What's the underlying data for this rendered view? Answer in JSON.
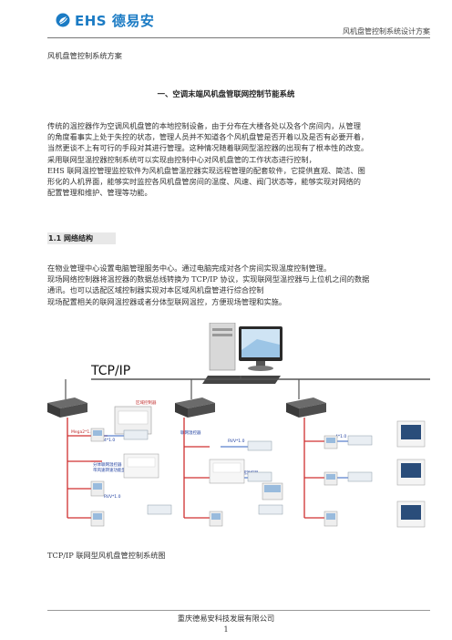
{
  "header": {
    "logo_text": "EHS 德易安",
    "doc_title": "风机盘管控制系统设计方案"
  },
  "doc_name": "风机盘管控制系统方案",
  "section1": "一、空调末端风机盘管联网控制节能系统",
  "para1": [
    "传统的温控器作为空调风机盘管的本地控制设备，由于分布在大楼各处以及各个房间内，从管理",
    "的角度看事实上处于失控的状态，管理人员并不知道各个风机盘管是否开着以及是否有必要开着，",
    "当然更谈不上有可行的手段对其进行管理。这种情况随着联网型温控器的出现有了根本性的改变。",
    "采用联网型温控器控制系统可以实现由控制中心对风机盘管的工作状态进行控制，",
    "EHS 联网温控管理监控软件为风机盘管温控器实现远程管理的配套软件，它提供直观、简洁、图",
    "形化的人机界面，能够实时监控各风机盘管房间的温度、风速、阀门状态等，能够实现对网络的",
    "配置管理和维护、管理等功能。"
  ],
  "subsection": "1.1 网络结构",
  "para2": [
    "在物业管理中心设置电脑管理服务中心。通过电脑完成对各个房间实现温度控制管理。",
    "现场网络控制器将温控器的数据总线转换为 TCP/IP 协议，实现联网型温控器与上位机之间的数据",
    "通讯。也可以选配区域控制器实现对本区域风机盘管进行综合控制",
    "现场配置相关的联网温控器或者分体型联网温控，方便现场管理和实施。"
  ],
  "diagram": {
    "tcpip": "TCP/IP",
    "labels": [
      "区域控制器",
      "联网温控器",
      "Mega2*1.0",
      "4*1.0",
      "分体联网温控器",
      "RVV*1.0",
      "4*1.0",
      "分体联网温控器",
      "带风速转速功能型RVV*1.0",
      "RVV*1.0"
    ]
  },
  "caption": "TCP/IP 联网型风机盘管控制系统图",
  "footer": "重庆德易安科技发展有限公司",
  "page_number": "1"
}
